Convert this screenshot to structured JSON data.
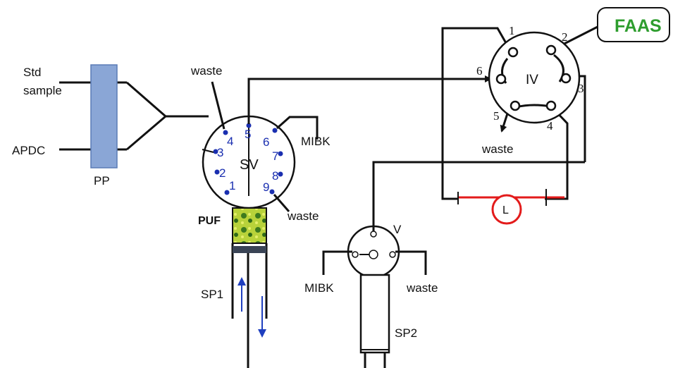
{
  "labels": {
    "std_sample_line1": "Std",
    "std_sample_line2": "sample",
    "apdc": "APDC",
    "pp": "PP",
    "sv_waste_top": "waste",
    "sv": "SV",
    "mibk_sv": "MIBK",
    "sv_waste_bottom": "waste",
    "puf": "PUF",
    "sp1": "SP1",
    "v": "V",
    "mibk_v": "MIBK",
    "v_waste": "waste",
    "sp2": "SP2",
    "iv": "IV",
    "iv_waste": "waste",
    "loop": "L",
    "faas": "FAAS"
  },
  "sv_ports": [
    "1",
    "2",
    "3",
    "4",
    "5",
    "6",
    "7",
    "8",
    "9"
  ],
  "iv_ports": [
    "1",
    "2",
    "3",
    "4",
    "5",
    "6"
  ],
  "colors": {
    "pump_fill": "#8aa6d6",
    "port_blue": "#1a2fb0",
    "loop_red": "#e31b1b",
    "faas_green": "#2e9d2e",
    "flow_arrow_blue": "#1f3fbf"
  }
}
